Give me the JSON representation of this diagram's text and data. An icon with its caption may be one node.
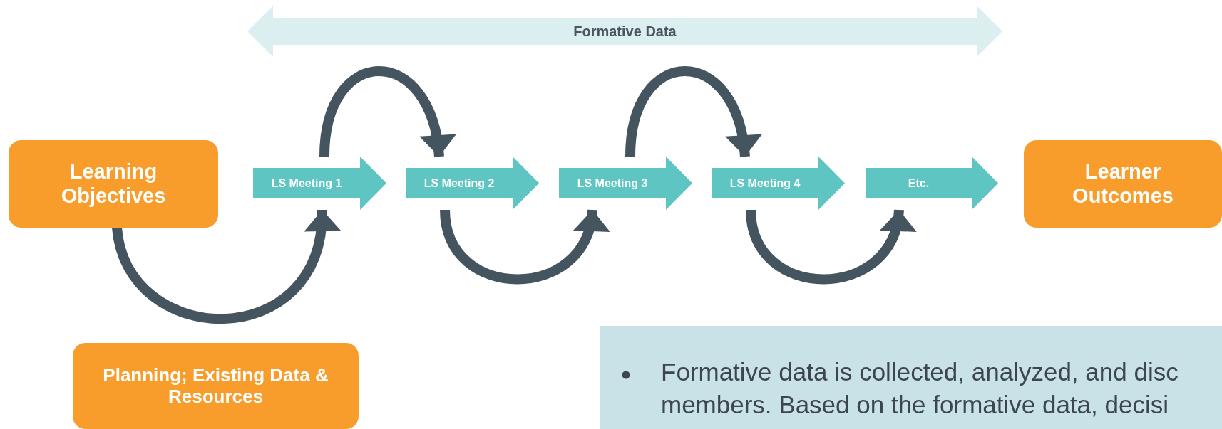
{
  "diagram": {
    "nodes": [
      {
        "text": [
          "Formative Data"
        ]
      },
      {
        "text": [
          "Learning Objectives"
        ]
      },
      {
        "text": [
          "LS Meeting 1"
        ]
      },
      {
        "text": [
          "LS Meeting 2"
        ]
      },
      {
        "text": [
          "LS Meeting 3"
        ]
      },
      {
        "text": [
          "LS Meeting 4"
        ]
      },
      {
        "text": [
          "Etc."
        ]
      },
      {
        "text": [
          "Learner Outcomes"
        ]
      },
      {
        "text": [
          "Planning; Existing Data & Resources"
        ]
      },
      {
        "text": [
          "Formative data is collected, analyzed, and disc members. Based on the formative data, decisi"
        ]
      }
    ],
    "edges": [
      {
        "from": 1,
        "to": 2,
        "arrow": "to"
      },
      {
        "from": 2,
        "to": 3,
        "arrow": "to"
      },
      {
        "from": 3,
        "to": 4,
        "arrow": "to"
      },
      {
        "from": 4,
        "to": 5,
        "arrow": "to"
      },
      {
        "from": 5,
        "to": 6,
        "arrow": "to"
      }
    ]
  }
}
